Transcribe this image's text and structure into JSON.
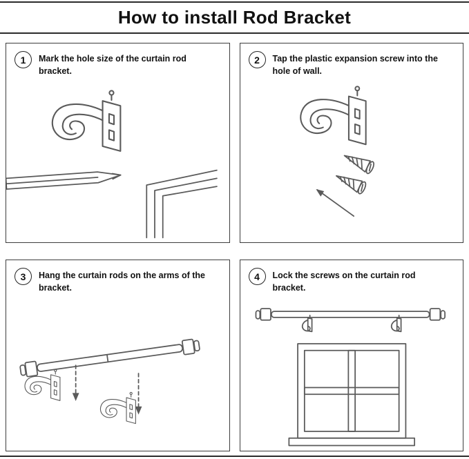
{
  "page": {
    "title": "How to install Rod Bracket"
  },
  "steps": [
    {
      "number": "1",
      "text": "Mark the hole size of the curtain rod bracket.",
      "illustration": "bracket-with-pencil-and-wall-corner"
    },
    {
      "number": "2",
      "text": "Tap the plastic expansion screw into the hole of wall.",
      "illustration": "bracket-with-expansion-screws-and-arrow"
    },
    {
      "number": "3",
      "text": "Hang the curtain rods on the arms of the bracket.",
      "illustration": "curtain-rod-above-two-brackets-with-dashed-arrows"
    },
    {
      "number": "4",
      "text": "Lock the screws on the curtain rod bracket.",
      "illustration": "curtain-rod-mounted-above-window"
    }
  ],
  "colors": {
    "ink": "#1d1d1d",
    "line_art": "#5a5a5a",
    "panel_border": "#3c3c3c",
    "background": "#ffffff"
  }
}
